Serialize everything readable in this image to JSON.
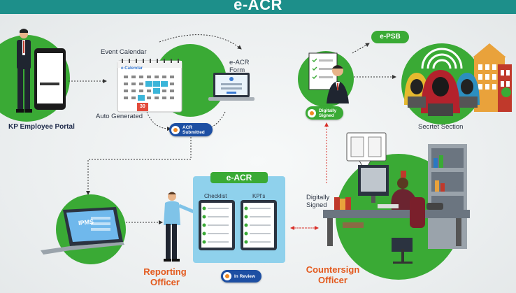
{
  "header": {
    "title": "e-ACR"
  },
  "nodes": {
    "portal": {
      "label": "KP Employee Portal"
    },
    "calendar": {
      "event_label": "Event Calendar",
      "auto_label": "Auto Generated",
      "calendar_title": "e-Calendar",
      "date_badge": "30"
    },
    "acr_form": {
      "label": "e-ACR\nForm"
    },
    "acr_submitted": {
      "badge": "ACR\nSubmitted"
    },
    "psb": {
      "pill": "e-PSB",
      "signed_badge": "Digitally\nSigned"
    },
    "secret_section": {
      "label": "Secrtet Section"
    },
    "ipms": {
      "screen_text": "IPMS"
    },
    "review": {
      "title": "e-ACR",
      "checklist_label": "Checklist",
      "kpi_label": "KPI's",
      "status_badge": "In Review"
    },
    "reporting": {
      "label": "Reporting\nOfficer"
    },
    "countersign": {
      "label": "Countersign\nOfficer",
      "signed_label": "Digitally\nSigned"
    }
  },
  "colors": {
    "primary_green": "#3aaa35",
    "header_teal": "#1d8f8a",
    "accent_orange": "#e35a1e",
    "badge_blue": "#1d4fa3",
    "panel_blue": "#8fd1ec"
  }
}
